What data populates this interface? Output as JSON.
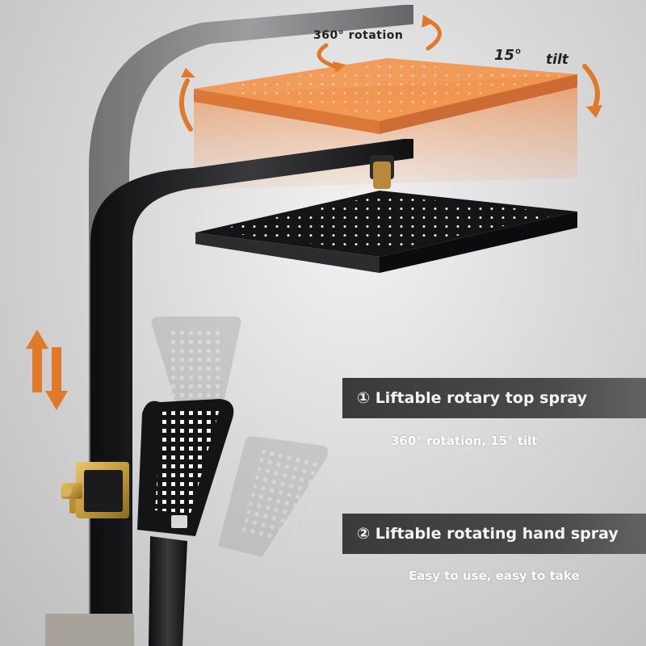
{
  "annotations": {
    "rotation_label": "360° rotation",
    "tilt_degree_label": "15°",
    "tilt_word_label": "tilt"
  },
  "features": [
    {
      "title": "① Liftable rotary top spray",
      "subtitle": "360° rotation, 15° tilt"
    },
    {
      "title": "② Liftable rotating hand spray",
      "subtitle": "Easy to use, easy to take"
    }
  ],
  "colors": {
    "accent_orange": "#e07a2a",
    "banner_dark": "#3a3a3c",
    "fixture_black": "#1c1c1e",
    "fixture_gray": "#7d7d80",
    "valve_gold": "#c9a24a"
  },
  "icons": [
    "rotation-arrow-icon",
    "tilt-arrow-icon",
    "up-down-arrow-icon"
  ]
}
